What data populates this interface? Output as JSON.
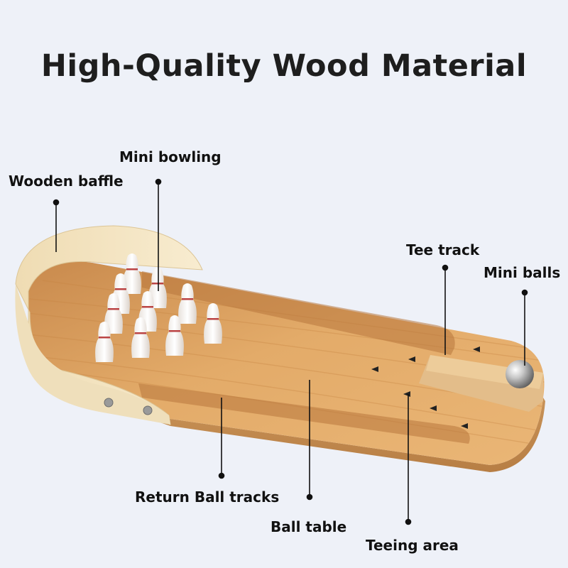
{
  "title": "High-Quality Wood Material",
  "labels": {
    "mini_bowling": "Mini bowling",
    "wooden_baffle": "Wooden baffle",
    "tee_track": "Tee track",
    "mini_balls": "Mini balls",
    "return_ball_tracks": "Return Ball tracks",
    "ball_table": "Ball table",
    "teeing_area": "Teeing area"
  },
  "colors": {
    "background": "#eef1f8",
    "wood": "#e2a865",
    "baffle": "#f2e4c2",
    "text": "#1e1e1e"
  }
}
